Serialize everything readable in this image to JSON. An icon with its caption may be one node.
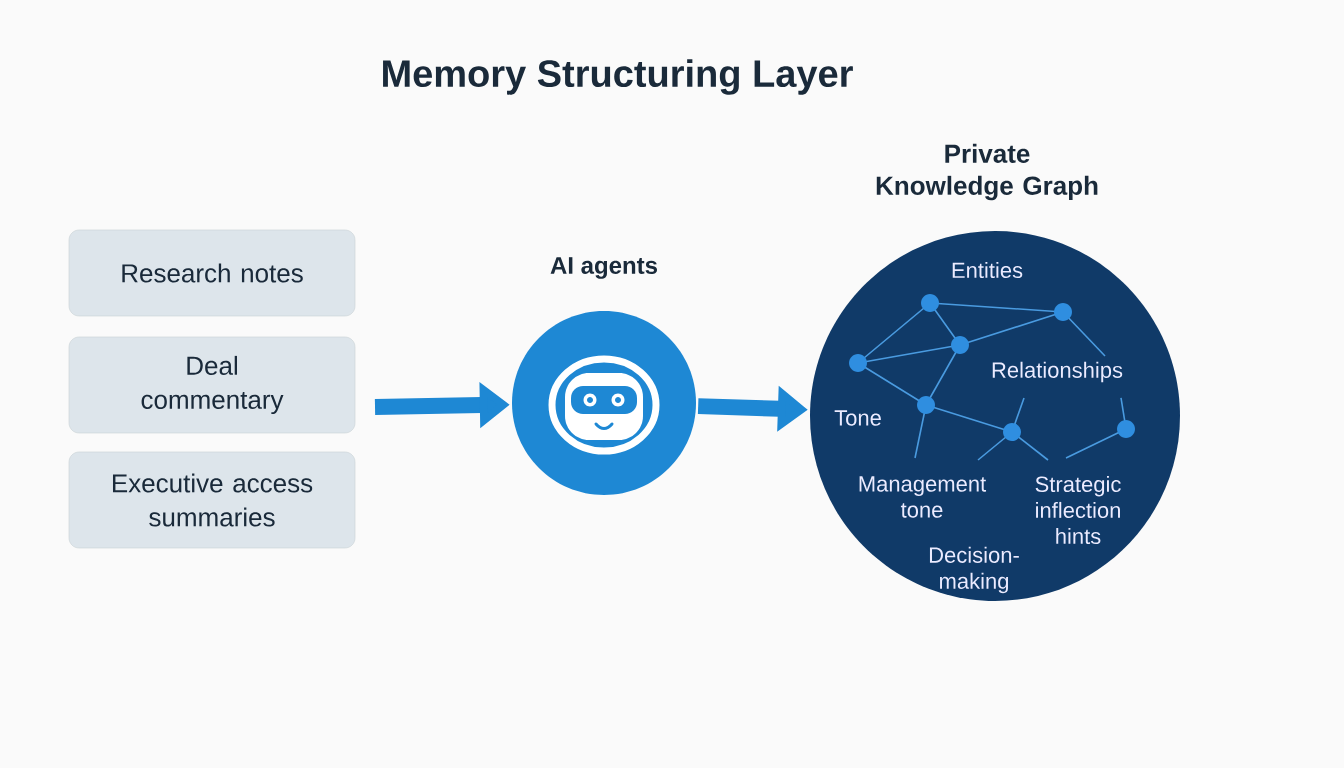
{
  "diagram": {
    "title": "Memory Structuring Layer",
    "nodes": [
      {
        "text": [
          "Research notes"
        ]
      },
      {
        "text": [
          "Deal commentary"
        ]
      },
      {
        "text": [
          "Executive access summaries"
        ]
      },
      {
        "text": [
          "AI agents"
        ]
      },
      {
        "text": [
          "Private Knowledge Graph",
          "Entities",
          "Relationships",
          "Tone",
          "Management tone",
          "Strategic inflection hints",
          "Decision-making"
        ]
      }
    ],
    "edges": [
      {
        "from": null,
        "to": 3,
        "arrow": "to"
      },
      {
        "from": 3,
        "to": 4,
        "arrow": "to"
      }
    ]
  }
}
